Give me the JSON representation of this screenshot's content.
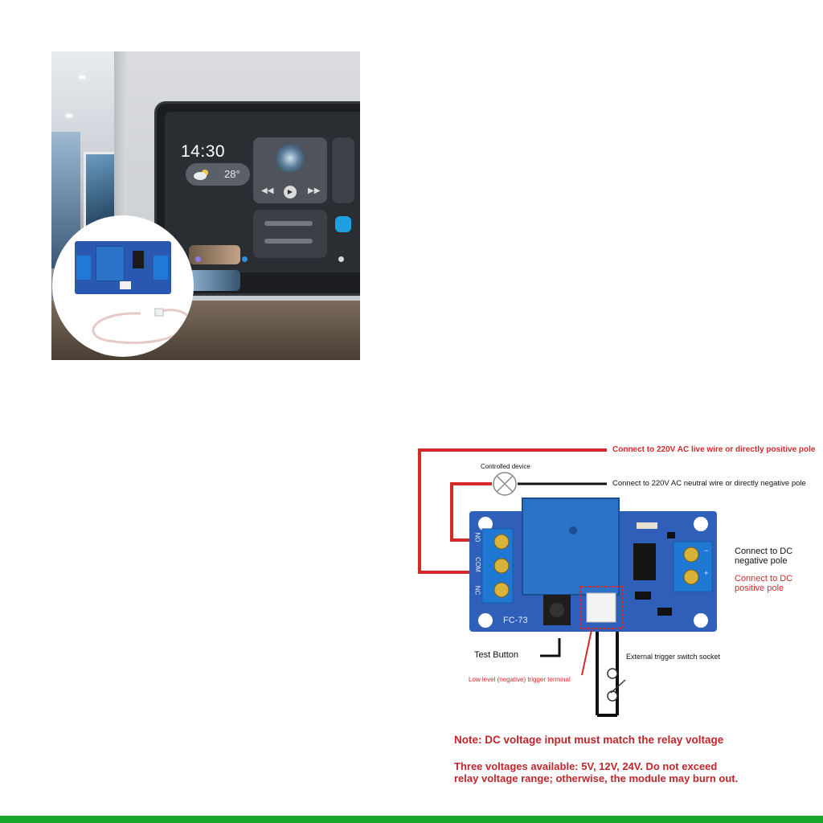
{
  "photo": {
    "clock_text": "14:30",
    "temperature_text": "28°"
  },
  "diagram": {
    "labels": {
      "live_wire": "Connect to 220V AC live wire or directly positive pole",
      "controlled_device": "Controlled device",
      "neutral_wire": "Connect to 220V AC neutral wire or directly negative pole",
      "dc_negative_line1": "Connect to DC",
      "dc_negative_line2": "negative pole",
      "dc_positive_line1": "Connect to DC",
      "dc_positive_line2": "positive pole",
      "test_button": "Test Button",
      "trigger_socket": "External trigger switch socket",
      "trigger_terminal": "Low level (negative) trigger terminal",
      "board_model": "FC-73",
      "terminal_no": "NO",
      "terminal_com": "COM",
      "terminal_nc": "NC",
      "pin_minus": "−",
      "pin_plus": "+"
    },
    "notes": {
      "line1": "Note: DC voltage input must match the relay voltage",
      "line2": "Three voltages available: 5V, 12V, 24V. Do not exceed",
      "line3": "relay voltage range; otherwise, the module may burn out."
    },
    "colors": {
      "wire_red": "#d42a2a",
      "wire_black": "#111111",
      "board_blue": "#2f5fb8",
      "relay_blue": "#2c73c8",
      "terminal_blue": "#1f78d4",
      "accent_green": "#17a629"
    }
  }
}
